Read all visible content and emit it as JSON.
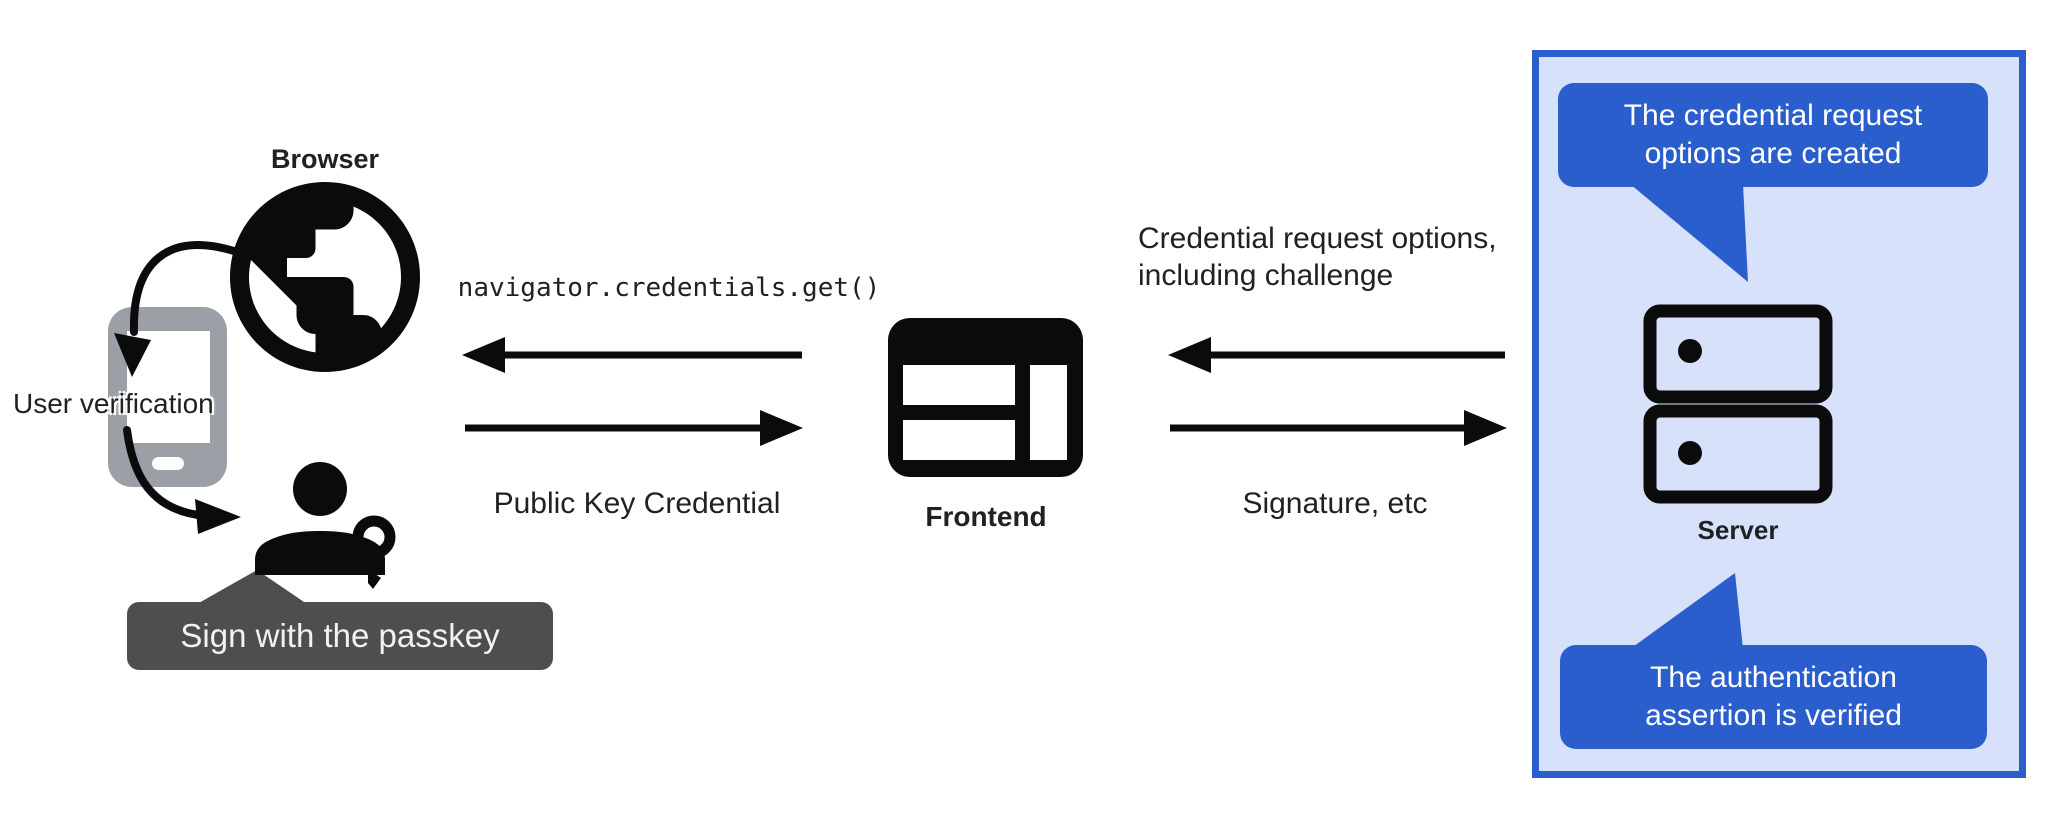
{
  "palette": {
    "accent": "#2b5ecd",
    "panel": "#d7e2fa",
    "badge": "#4d4e50",
    "phone": "#9aa0a6",
    "ink": "#202124",
    "icon": "#0b0b0b",
    "paper": "#ffffff"
  },
  "left": {
    "browser_label": "Browser",
    "user_verification_label": "User verification",
    "passkey_badge": "Sign with the passkey"
  },
  "middle": {
    "code_label": "navigator.credentials.get()",
    "public_key_label": "Public Key Credential",
    "frontend_label": "Frontend"
  },
  "right": {
    "request_options_label": "Credential request options,\nincluding challenge",
    "signature_label": "Signature, etc"
  },
  "server_panel": {
    "server_label": "Server",
    "bubble_top": "The credential request\noptions are created",
    "bubble_bottom": "The authentication\nassertion is verified"
  },
  "icons": [
    "globe-browser-icon",
    "smartphone-icon",
    "user-icon",
    "key-icon",
    "web-frontend-icon",
    "server-icon"
  ]
}
